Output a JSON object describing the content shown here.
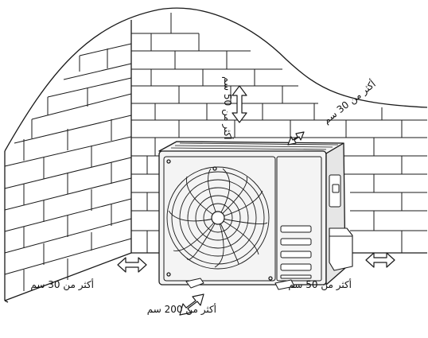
{
  "diagram": {
    "labels": {
      "top": "أكثر من 50 سم",
      "top_right": "أكثر من 30 سم",
      "left": "أكثر من 30 سم",
      "right": "أكثر من 50 سم",
      "front": "أكثر من 200 سم"
    },
    "colors": {
      "line": "#1a1a1a",
      "unit_fill": "#f4f4f4",
      "background": "#ffffff"
    }
  }
}
